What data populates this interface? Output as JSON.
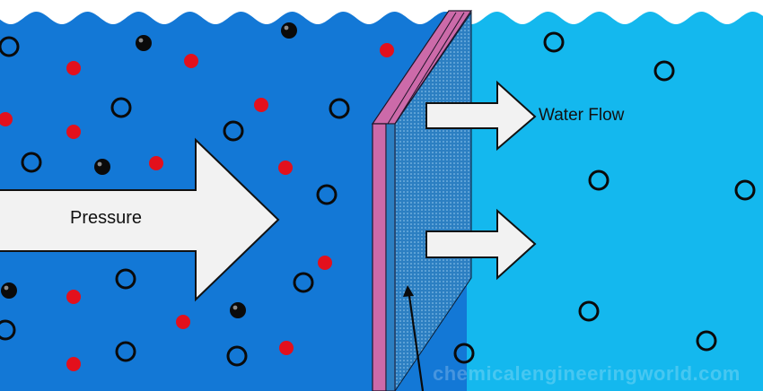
{
  "labels": {
    "pressure": "Pressure",
    "water_flow": "Water Flow"
  },
  "watermark": "chemicalengineeringworld.com",
  "colors": {
    "feed_water": "#1378d6",
    "permeate_water": "#14b8ee",
    "membrane_pink": "#cc6aa9",
    "membrane_blue": "#2c7fc2",
    "salt_ion": "#e3101c",
    "dark_particle": "#0a0a0a",
    "arrow_fill": "#f2f2f2"
  },
  "icons": {
    "water_molecule": "ring-icon",
    "salt_ion": "red-dot-icon",
    "contaminant": "black-ball-icon",
    "flow": "arrow-right-icon"
  }
}
